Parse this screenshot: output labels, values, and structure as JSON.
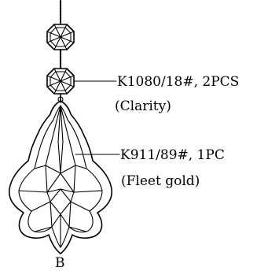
{
  "part1": {
    "code": "K1080/18#, 2PCS",
    "finish": "(Clarity)"
  },
  "part2": {
    "code": "K911/89#, 1PC",
    "finish": "(Fleet gold)"
  },
  "figure_letter": "B"
}
